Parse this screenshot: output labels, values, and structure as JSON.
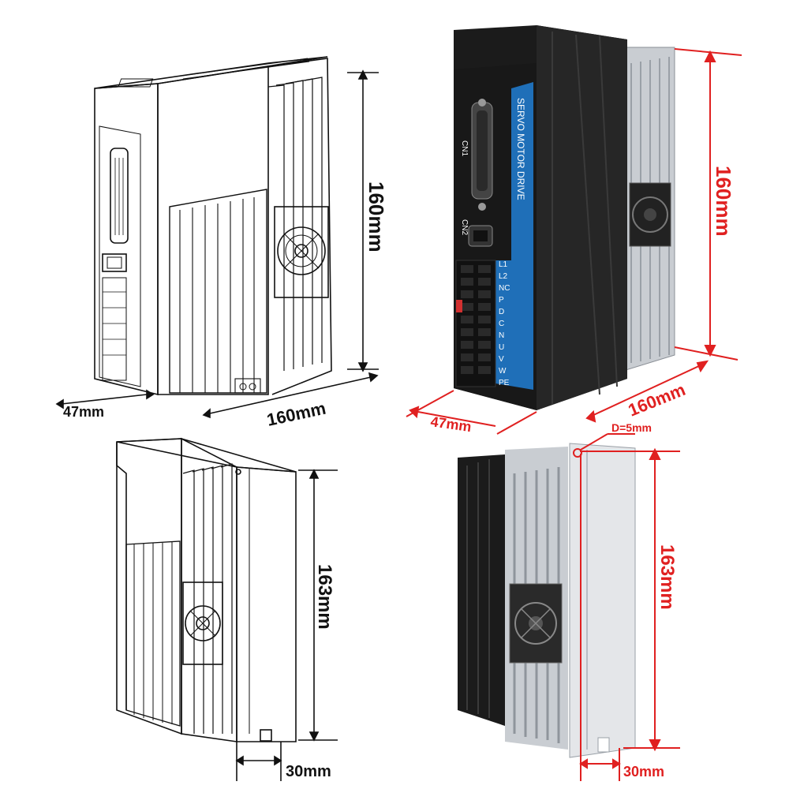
{
  "colors": {
    "dimension_red": "#e02020",
    "line_drawing": "#111111",
    "panel_blue": "#1f6fb8",
    "housing_black": "#1b1b1b",
    "heatsink_silver": "#c9cdd2"
  },
  "top_left": {
    "height_label": "160mm",
    "width_label": "47mm",
    "depth_label": "160mm"
  },
  "top_right": {
    "height_label": "160mm",
    "width_label": "47mm",
    "depth_label": "160mm",
    "panel_text": "SERVO MOTOR DRIVE",
    "cn1_label": "CN1",
    "cn2_label": "CN2",
    "terminals": [
      "L1",
      "L2",
      "NC",
      "P",
      "D",
      "C",
      "N",
      "U",
      "V",
      "W",
      "PE"
    ]
  },
  "bottom_left": {
    "height_label": "163mm",
    "offset_label": "30mm"
  },
  "bottom_right": {
    "height_label": "163mm",
    "offset_label": "30mm",
    "hole_label": "D=5mm"
  }
}
